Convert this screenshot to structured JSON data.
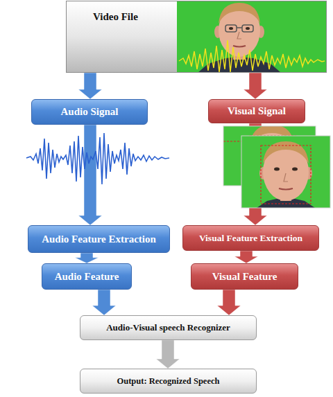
{
  "diagram": {
    "nodes": [
      {
        "text": [
          "Video File"
        ]
      },
      {
        "text": [
          "Audio Signal"
        ]
      },
      {
        "text": [
          "Visual Signal"
        ]
      },
      {
        "text": [
          "Audio Feature Extraction"
        ]
      },
      {
        "text": [
          "Visual Feature Extraction"
        ]
      },
      {
        "text": [
          "Audio Feature"
        ]
      },
      {
        "text": [
          "Visual Feature"
        ]
      },
      {
        "text": [
          "Audio-Visual speech Recognizer"
        ]
      },
      {
        "text": [
          "Output: Recognized Speech"
        ]
      }
    ],
    "edges": [
      {
        "from": 0,
        "to": 1,
        "arrow": "to"
      },
      {
        "from": 0,
        "to": 2,
        "arrow": "to"
      },
      {
        "from": 1,
        "to": 3,
        "arrow": "to"
      },
      {
        "from": 2,
        "to": 4,
        "arrow": "to"
      },
      {
        "from": 3,
        "to": 5,
        "arrow": "to"
      },
      {
        "from": 4,
        "to": 6,
        "arrow": "to"
      },
      {
        "from": 5,
        "to": 7,
        "arrow": "to"
      },
      {
        "from": 6,
        "to": 7,
        "arrow": "to"
      },
      {
        "from": 7,
        "to": 8,
        "arrow": "to"
      }
    ]
  }
}
